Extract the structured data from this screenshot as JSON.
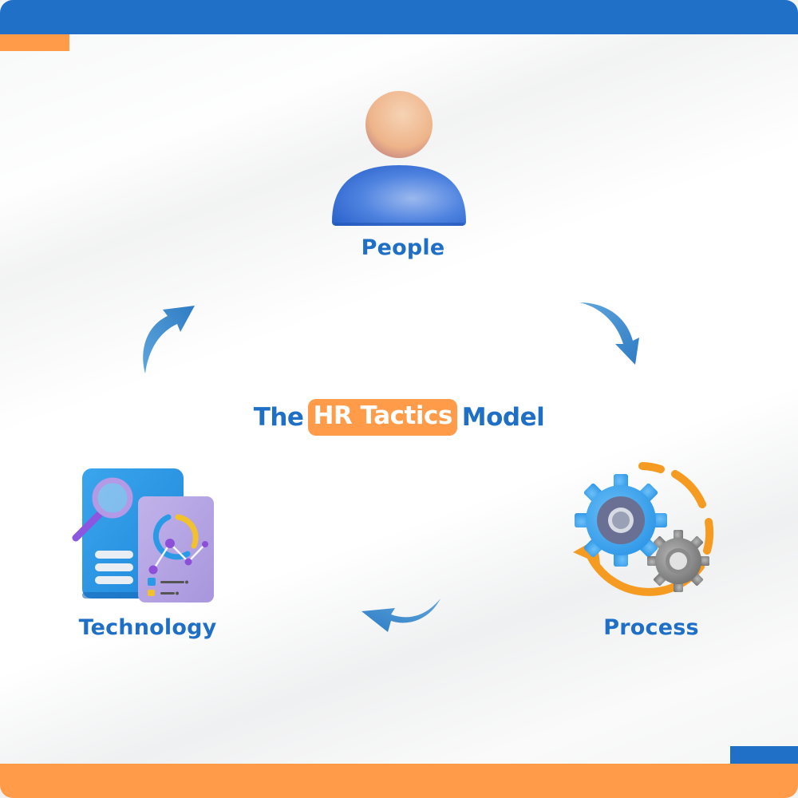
{
  "colors": {
    "primary_blue": "#2170c8",
    "accent_orange": "#ff9b49",
    "label_blue": "#1f6fc6",
    "arrow_blue": "#3f8fd0",
    "white": "#ffffff"
  },
  "title": {
    "prefix": "The",
    "highlight": "HR Tactics",
    "suffix": "Model"
  },
  "nodes": [
    {
      "id": "people",
      "label": "People",
      "icon": "person-icon"
    },
    {
      "id": "process",
      "label": "Process",
      "icon": "gears-cycle-icon"
    },
    {
      "id": "technology",
      "label": "Technology",
      "icon": "document-analytics-icon"
    }
  ],
  "cycle_arrows": [
    {
      "from": "people",
      "to": "process",
      "icon": "curved-arrow-down-right-icon"
    },
    {
      "from": "process",
      "to": "technology",
      "icon": "curved-arrow-left-icon"
    },
    {
      "from": "technology",
      "to": "people",
      "icon": "curved-arrow-up-right-icon"
    }
  ]
}
